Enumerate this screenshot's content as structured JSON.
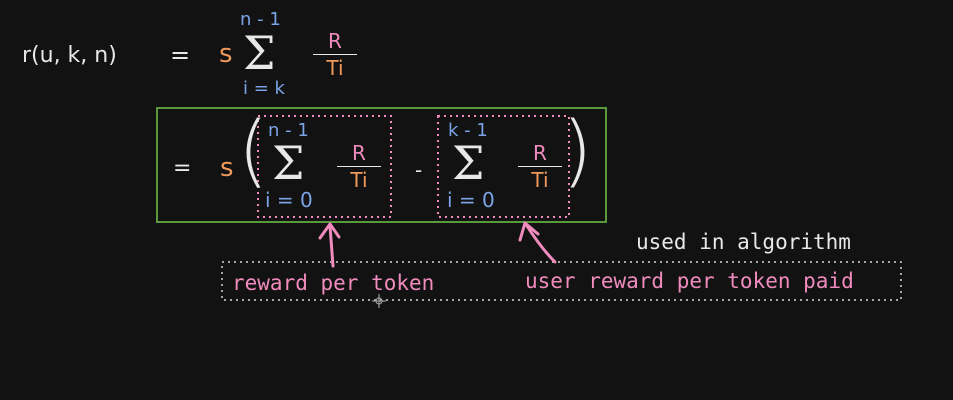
{
  "formula": {
    "lhs": "r(u, k, n)",
    "equals": "=",
    "coef": "s",
    "sigma": "Σ",
    "upper": "n - 1",
    "lower": "i = k",
    "num": "R",
    "den": "Ti"
  },
  "expanded": {
    "equals": "=",
    "coef": "s",
    "paren_left": "(",
    "paren_right": ")",
    "minus": "-",
    "term1": {
      "sigma": "Σ",
      "upper": "n - 1",
      "lower": "i = 0",
      "num": "R",
      "den": "Ti"
    },
    "term2": {
      "sigma": "Σ",
      "upper": "k - 1",
      "lower": "i = 0",
      "num": "R",
      "den": "Ti"
    }
  },
  "annotations": {
    "term1_label": "reward per token",
    "term2_label": "user reward per token paid",
    "group_label": "used in algorithm"
  },
  "colors": {
    "background": "#121212",
    "text": "#e8e8e8",
    "index": "#7aa4e6",
    "annotation": "#f08bbd",
    "coefficient": "#ef9a5a",
    "box": "#5a9a3c"
  }
}
